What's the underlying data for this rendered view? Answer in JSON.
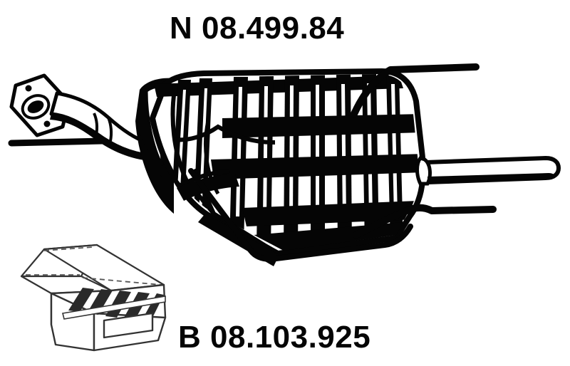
{
  "diagram": {
    "background_color": "#ffffff",
    "ink_color": "#050505",
    "title_top": "N 08.499.84",
    "title_bottom": "B 08.103.925",
    "parts": [
      {
        "id": "muffler",
        "name": "rear-silencer-assembly",
        "label_ref": "N 08.499.84",
        "description": "Rear exhaust silencer with inlet flange, ribbed oval body, top hanger rod, rear tailpipe and lower hanger rod"
      },
      {
        "id": "mounting-kit",
        "name": "mounting-kit-box",
        "label_ref": "B 08.103.925",
        "description": "Open cardboard box containing fitting kit parts with front label"
      }
    ],
    "features": {
      "flange": "oval-port-flange-with-two-bolt-holes",
      "inlet_pipe": "curved-inlet-pipe-with-sleeve-joint",
      "body": "ribbed-oval-silencer-shell",
      "rib_count": 9,
      "band_count": 3,
      "tailpipe": "rear-outlet-tailpipe",
      "hanger_top": "upper-hanger-rod",
      "hanger_bottom": "lower-hanger-rod",
      "hanger_left": "front-hanger-rod"
    }
  }
}
